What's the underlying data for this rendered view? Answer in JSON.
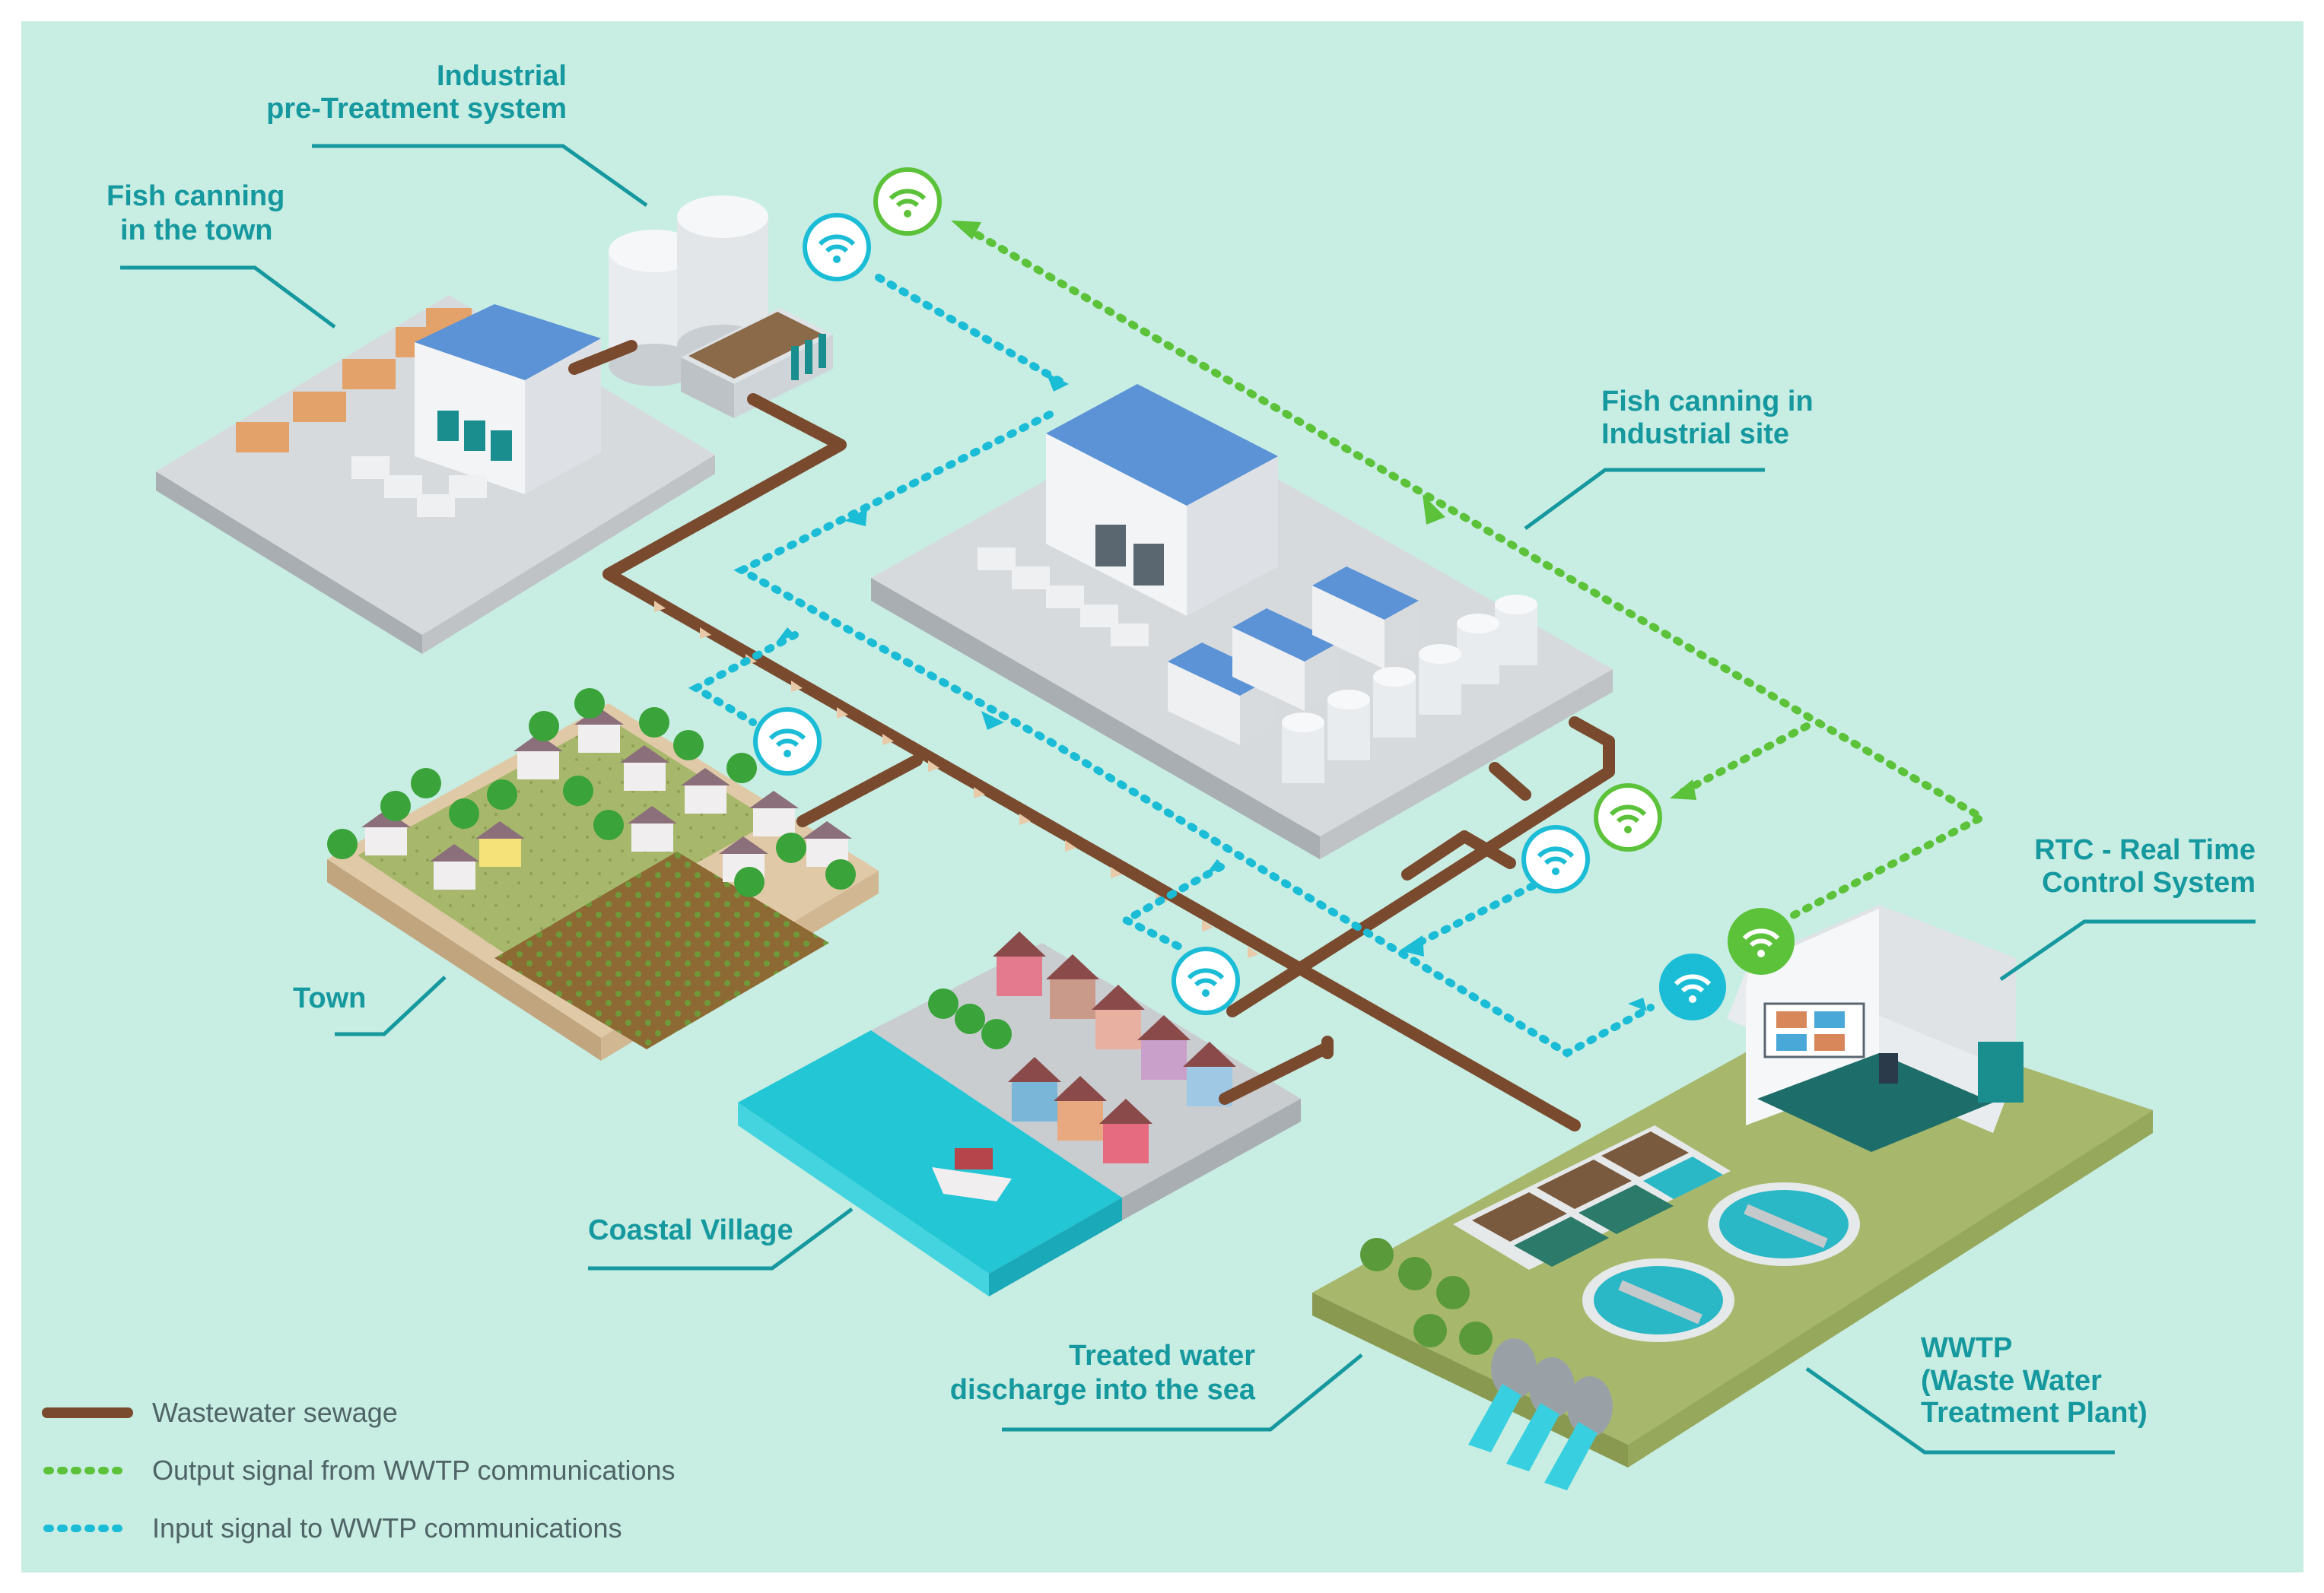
{
  "labels": {
    "industrial_line1": "Industrial",
    "industrial_line2": "pre-Treatment system",
    "fish_town_line1": "Fish canning",
    "fish_town_line2": "in the town",
    "fish_industrial_line1": "Fish canning in",
    "fish_industrial_line2": "Industrial site",
    "rtc_line1": "RTC - Real Time",
    "rtc_line2": "Control System",
    "town": "Town",
    "coastal_village": "Coastal Village",
    "treated_line1": "Treated water",
    "treated_line2": "discharge into the sea",
    "wwtp_line1": "WWTP",
    "wwtp_line2": "(Waste Water",
    "wwtp_line3": "Treatment Plant)"
  },
  "legend": {
    "sewage": "Wastewater sewage",
    "output_signal": "Output signal from WWTP communications",
    "input_signal": "Input signal to WWTP communications"
  },
  "colors": {
    "background": "#c8ede3",
    "sewage": "#7a4a2e",
    "output_signal": "#5cc23a",
    "input_signal": "#1bbcd6",
    "label": "#16989f"
  },
  "icons": [
    "wifi-icon"
  ]
}
